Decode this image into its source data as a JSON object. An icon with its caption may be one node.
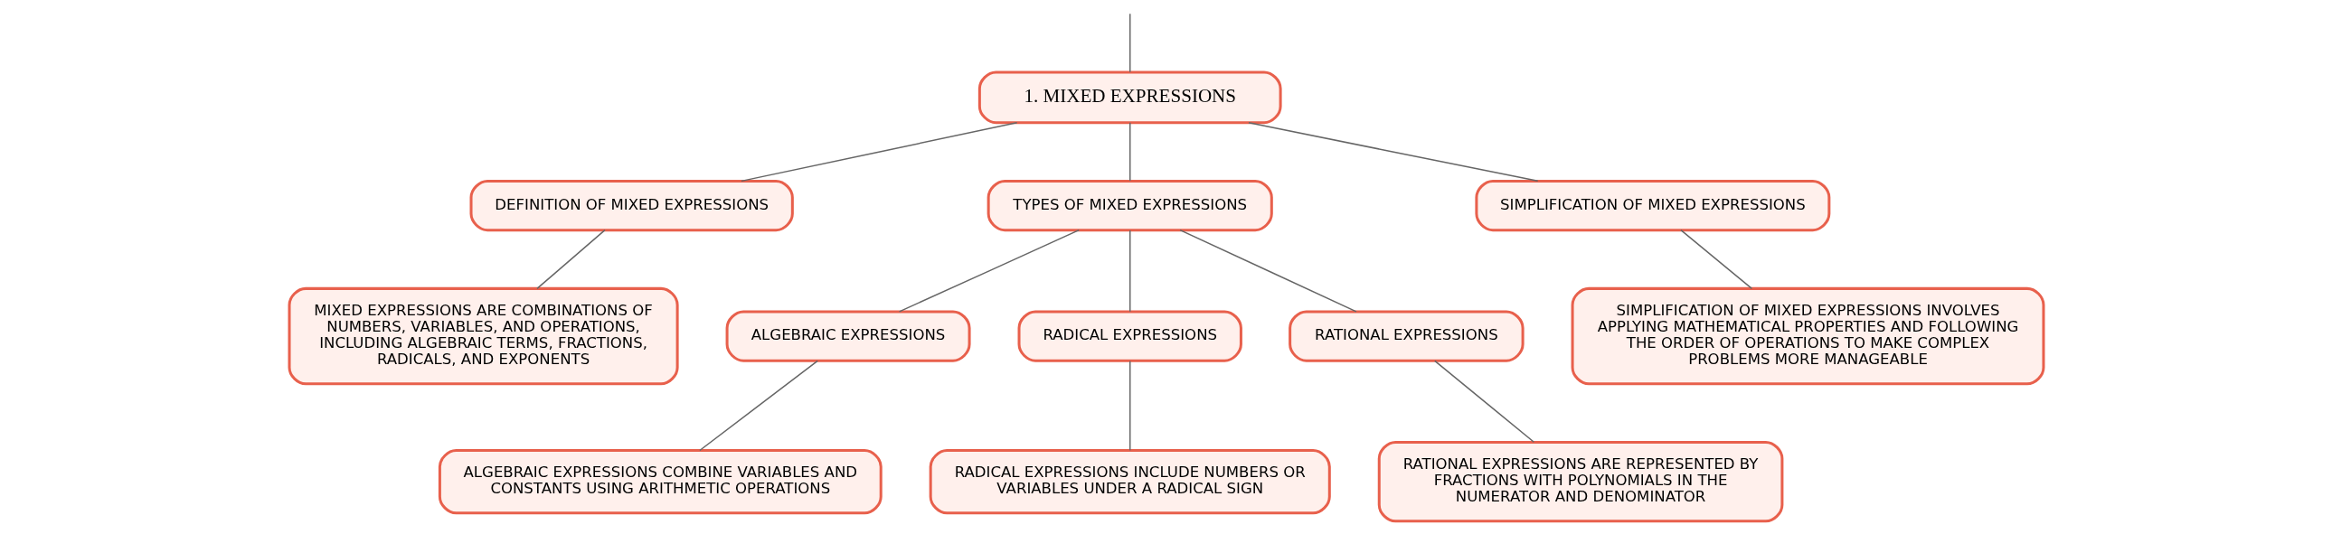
{
  "diagram": {
    "nodes": [
      {
        "text": [
          "1. MIXED EXPRESSIONS"
        ]
      },
      {
        "text": [
          "DEFINITION OF MIXED EXPRESSIONS"
        ]
      },
      {
        "text": [
          "TYPES OF MIXED EXPRESSIONS"
        ]
      },
      {
        "text": [
          "SIMPLIFICATION OF MIXED EXPRESSIONS"
        ]
      },
      {
        "text": [
          "MIXED EXPRESSIONS ARE COMBINATIONS OF NUMBERS, VARIABLES, AND OPERATIONS, INCLUDING ALGEBRAIC TERMS, FRACTIONS, RADICALS, AND EXPONENTS"
        ]
      },
      {
        "text": [
          "ALGEBRAIC EXPRESSIONS"
        ]
      },
      {
        "text": [
          "RADICAL EXPRESSIONS"
        ]
      },
      {
        "text": [
          "RATIONAL EXPRESSIONS"
        ]
      },
      {
        "text": [
          "SIMPLIFICATION OF MIXED EXPRESSIONS INVOLVES APPLYING MATHEMATICAL PROPERTIES AND FOLLOWING THE ORDER OF OPERATIONS TO MAKE COMPLEX PROBLEMS MORE MANAGEABLE"
        ]
      },
      {
        "text": [
          "ALGEBRAIC EXPRESSIONS COMBINE VARIABLES AND CONSTANTS USING ARITHMETIC OPERATIONS"
        ]
      },
      {
        "text": [
          "RADICAL EXPRESSIONS INCLUDE NUMBERS OR VARIABLES UNDER A RADICAL SIGN"
        ]
      },
      {
        "text": [
          "RATIONAL EXPRESSIONS ARE REPRESENTED BY FRACTIONS WITH POLYNOMIALS IN THE NUMERATOR AND DENOMINATOR"
        ]
      }
    ],
    "edges": [
      {
        "from": null,
        "to": 0,
        "arrow": "none"
      },
      {
        "from": 0,
        "to": 1,
        "arrow": "none"
      },
      {
        "from": 0,
        "to": 2,
        "arrow": "none"
      },
      {
        "from": 0,
        "to": 3,
        "arrow": "none"
      },
      {
        "from": 1,
        "to": 4,
        "arrow": "none"
      },
      {
        "from": 2,
        "to": 5,
        "arrow": "none"
      },
      {
        "from": 2,
        "to": 6,
        "arrow": "none"
      },
      {
        "from": 2,
        "to": 7,
        "arrow": "none"
      },
      {
        "from": 3,
        "to": 8,
        "arrow": "none"
      },
      {
        "from": 5,
        "to": 9,
        "arrow": "none"
      },
      {
        "from": 6,
        "to": 10,
        "arrow": "none"
      },
      {
        "from": 7,
        "to": 11,
        "arrow": "none"
      }
    ]
  }
}
